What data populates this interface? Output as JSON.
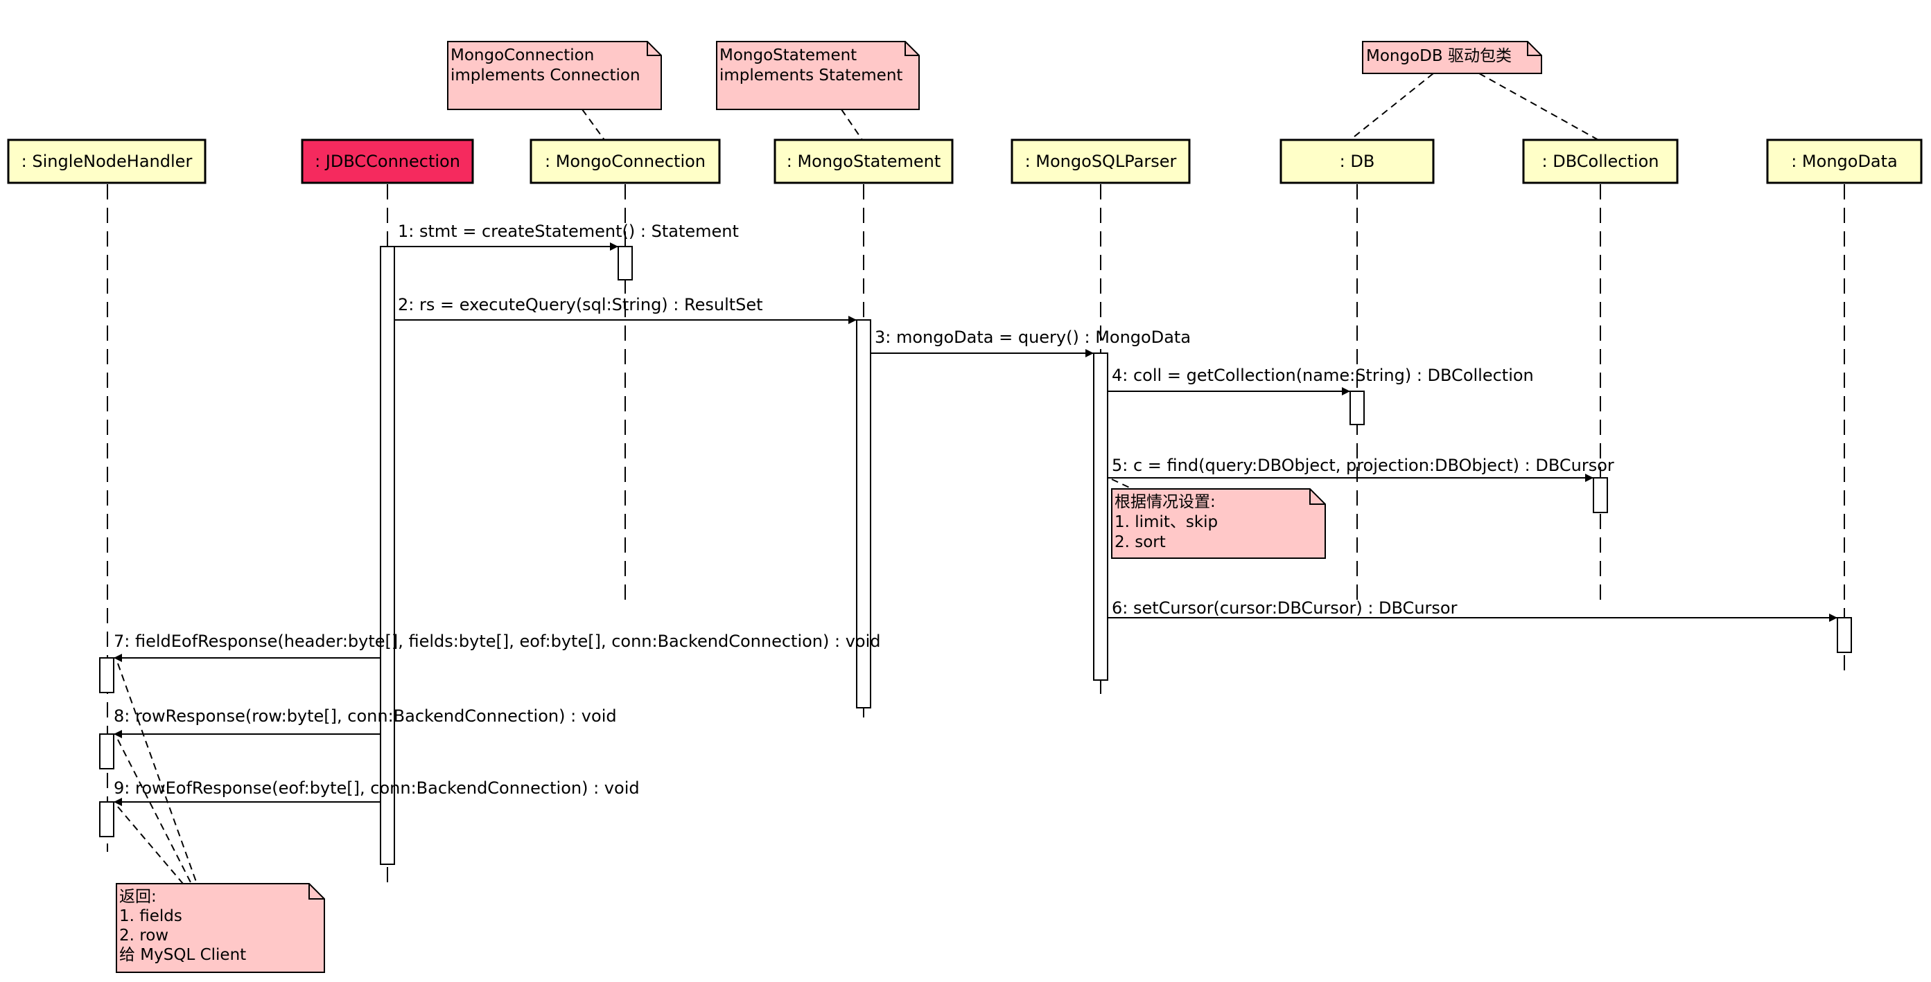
{
  "colors": {
    "lifeline_fill": "#ffffc8",
    "highlight_fill": "#f52a5e",
    "note_fill": "#ffc8c8",
    "line": "#000000"
  },
  "lifelines": [
    {
      "id": "snh",
      "label": ": SingleNodeHandler",
      "highlight": false
    },
    {
      "id": "jdbc",
      "label": ": JDBCConnection",
      "highlight": true
    },
    {
      "id": "mconn",
      "label": ": MongoConnection",
      "highlight": false
    },
    {
      "id": "mstmt",
      "label": ": MongoStatement",
      "highlight": false
    },
    {
      "id": "parser",
      "label": ": MongoSQLParser",
      "highlight": false
    },
    {
      "id": "db",
      "label": ": DB",
      "highlight": false
    },
    {
      "id": "dbcoll",
      "label": ": DBCollection",
      "highlight": false
    },
    {
      "id": "mdata",
      "label": ": MongoData",
      "highlight": false
    }
  ],
  "messages": [
    {
      "id": "m1",
      "label": "1: stmt = createStatement() : Statement"
    },
    {
      "id": "m2",
      "label": "2: rs = executeQuery(sql:String) : ResultSet"
    },
    {
      "id": "m3",
      "label": "3: mongoData = query() : MongoData"
    },
    {
      "id": "m4",
      "label": "4: coll = getCollection(name:String) : DBCollection"
    },
    {
      "id": "m5",
      "label": "5: c = find(query:DBObject, projection:DBObject) : DBCursor"
    },
    {
      "id": "m6",
      "label": "6: setCursor(cursor:DBCursor) : DBCursor"
    },
    {
      "id": "m7",
      "label": "7: fieldEofResponse(header:byte[], fields:byte[], eof:byte[], conn:BackendConnection) : void"
    },
    {
      "id": "m8",
      "label": "8: rowResponse(row:byte[], conn:BackendConnection) : void"
    },
    {
      "id": "m9",
      "label": "9: rowEofResponse(eof:byte[], conn:BackendConnection) : void"
    }
  ],
  "notes": [
    {
      "id": "note-mongo-connection",
      "lines": [
        "MongoConnection",
        "implements Connection"
      ]
    },
    {
      "id": "note-mongo-statement",
      "lines": [
        "MongoStatement",
        "implements Statement"
      ]
    },
    {
      "id": "note-mongodb-driver",
      "lines": [
        "MongoDB 驱动包类"
      ]
    },
    {
      "id": "note-find-settings",
      "lines": [
        "根据情况设置:",
        "1. limit、skip",
        "2. sort"
      ]
    },
    {
      "id": "note-return",
      "lines": [
        "返回:",
        "1. fields",
        "2. row",
        "给 MySQL Client"
      ]
    }
  ]
}
